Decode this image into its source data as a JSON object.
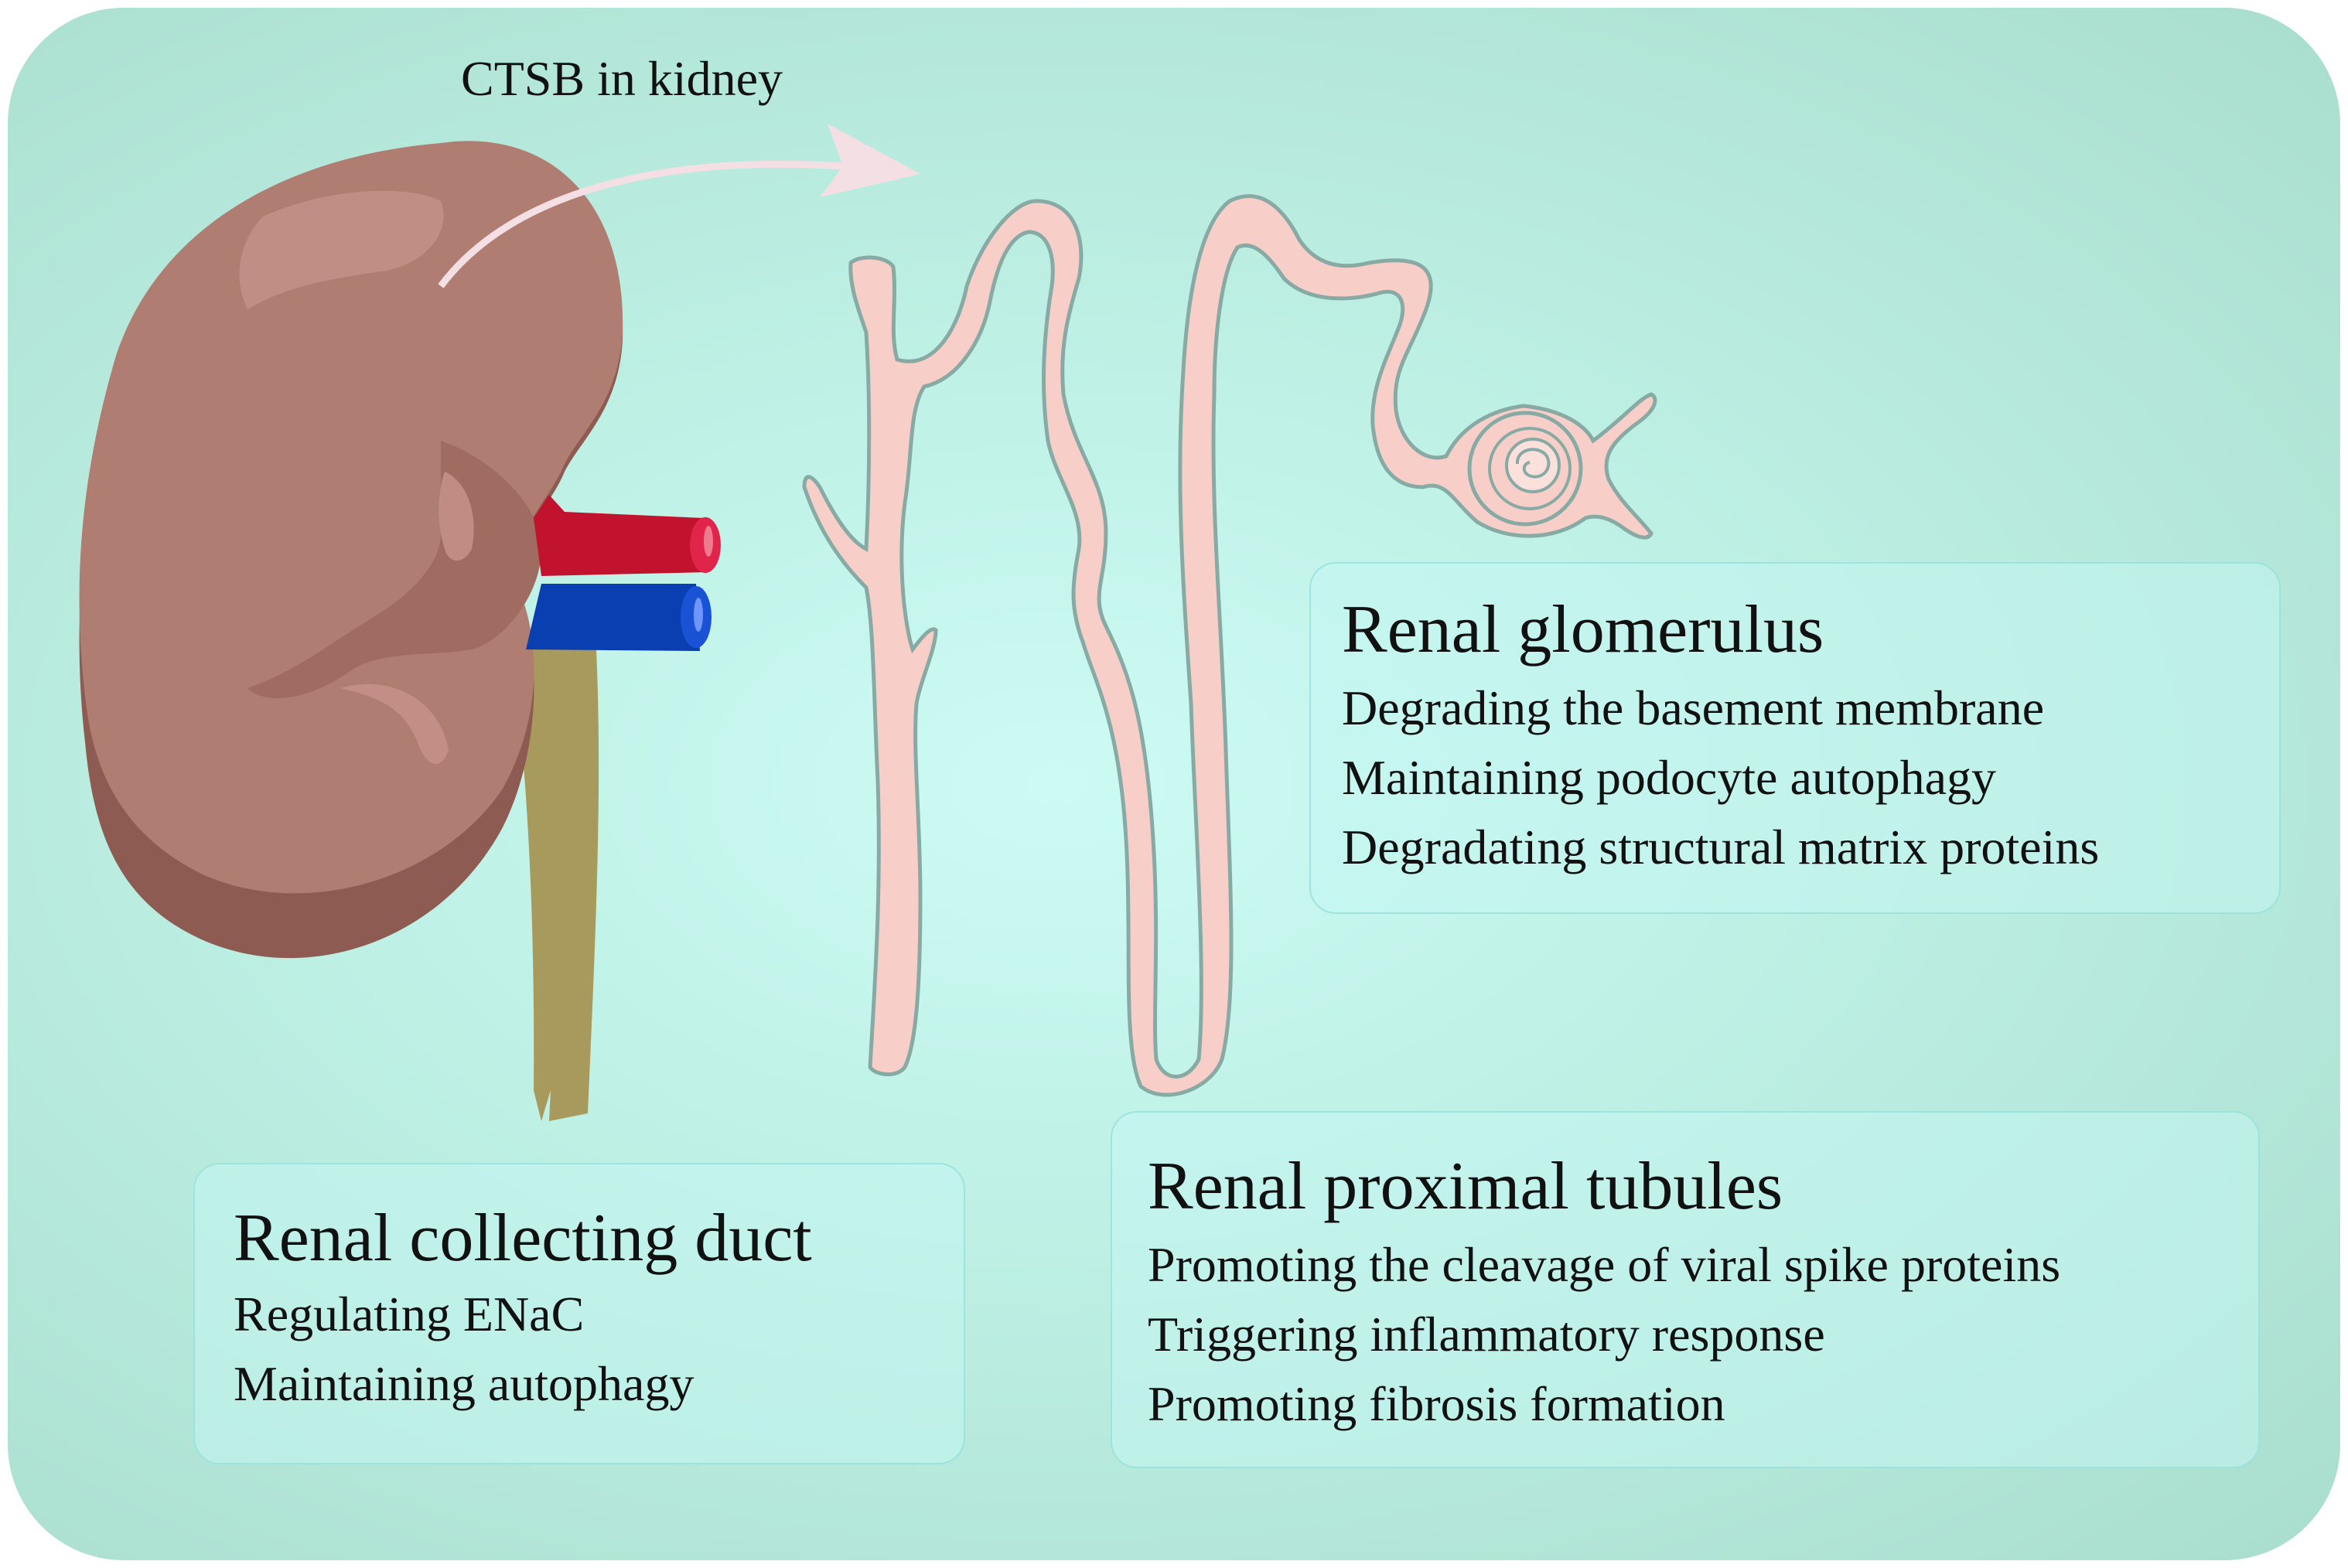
{
  "header": {
    "label": "CTSB in kidney"
  },
  "glomerulus": {
    "title": "Renal glomerulus",
    "items": [
      "Degrading the basement membrane",
      "Maintaining podocyte autophagy",
      "Degradating structural matrix proteins"
    ]
  },
  "collecting_duct": {
    "title": "Renal collecting duct",
    "items": [
      "Regulating ENaC",
      "Maintaining  autophagy"
    ]
  },
  "proximal": {
    "title": "Renal proximal tubules",
    "items": [
      "Promoting the cleavage of viral spike proteins",
      "Triggering inflammatory response",
      "Promoting fibrosis formation"
    ]
  },
  "colors": {
    "background": "#b9ecdf",
    "kidney": "#b07d72",
    "artery": "#c1132d",
    "vein": "#0a3fb2",
    "ureter": "#a89a5c",
    "tubule": "#f8cfc8",
    "tubule_outline": "#88aaa4"
  }
}
